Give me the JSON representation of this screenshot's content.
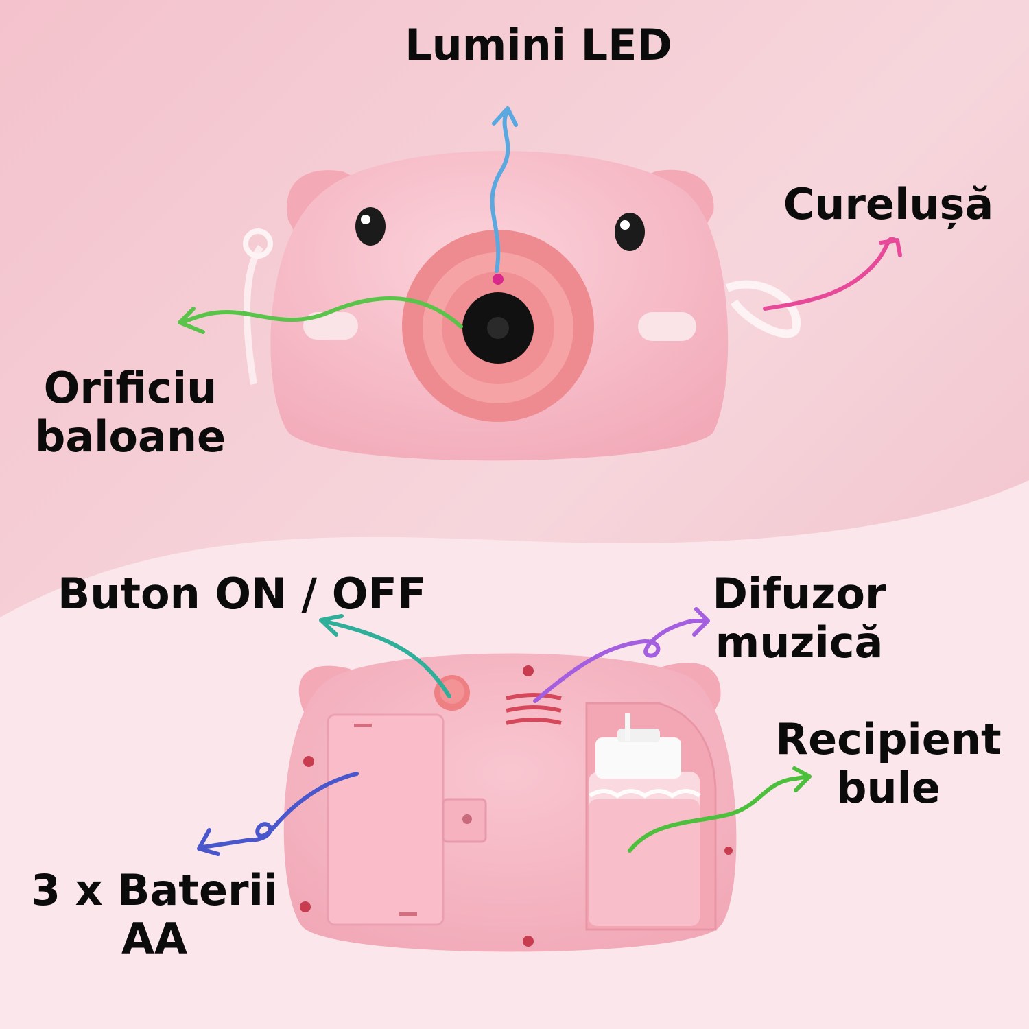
{
  "labels": {
    "led": "Lumini LED",
    "strap": "Curelușă",
    "bubble_hole": [
      "Orificiu",
      "baloane"
    ],
    "power_button": "Buton ON / OFF",
    "speaker": [
      "Difuzor",
      "muzică"
    ],
    "container": [
      "Recipient",
      "bule"
    ],
    "batteries": [
      "3 x Baterii",
      "AA"
    ]
  },
  "colors": {
    "background_top": "#f2c6cf",
    "background_bottom": "#fbe6ea",
    "toy_body": "#f7bcc8",
    "lens_ring": "#ef8f93",
    "arrow_led": "#5aa8e0",
    "arrow_strap": "#e84a9a",
    "arrow_bubble_hole": "#5ac34a",
    "arrow_power": "#2fae9a",
    "arrow_speaker": "#a45ee0",
    "arrow_container": "#4cc03c",
    "arrow_batteries": "#4a57cc"
  }
}
